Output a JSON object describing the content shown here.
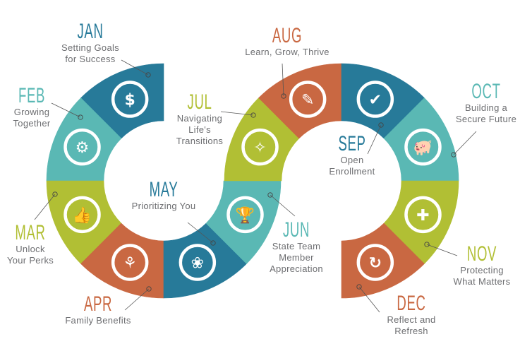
{
  "colors": {
    "blue": "#277a99",
    "teal": "#5ab8b4",
    "olive": "#b1bf34",
    "orange": "#c96842",
    "text": "#6d6e71"
  },
  "months": [
    {
      "month": "JAN",
      "lines": [
        "Setting Goals",
        "for Success"
      ],
      "color": "#277a99",
      "icon": "dollar-icon",
      "glyph": "$"
    },
    {
      "month": "FEB",
      "lines": [
        "Growing",
        "Together"
      ],
      "color": "#5ab8b4",
      "icon": "gears-icon",
      "glyph": "⚙"
    },
    {
      "month": "MAR",
      "lines": [
        "Unlock",
        "Your Perks"
      ],
      "color": "#b1bf34",
      "icon": "thumbs-up-icon",
      "glyph": "👍"
    },
    {
      "month": "APR",
      "lines": [
        "Family Benefits"
      ],
      "color": "#c96842",
      "icon": "family-icon",
      "glyph": "⚘"
    },
    {
      "month": "MAY",
      "lines": [
        "Prioritizing You"
      ],
      "color": "#277a99",
      "icon": "lotus-icon",
      "glyph": "❀"
    },
    {
      "month": "JUN",
      "lines": [
        "State Team",
        "Member",
        "Appreciation"
      ],
      "color": "#5ab8b4",
      "icon": "trophy-icon",
      "glyph": "🏆"
    },
    {
      "month": "JUL",
      "lines": [
        "Navigating",
        "Life's",
        "Transitions"
      ],
      "color": "#b1bf34",
      "icon": "compass-icon",
      "glyph": "✧"
    },
    {
      "month": "AUG",
      "lines": [
        "Learn, Grow, Thrive"
      ],
      "color": "#c96842",
      "icon": "pencil-icon",
      "glyph": "✎"
    },
    {
      "month": "SEP",
      "lines": [
        "Open",
        "Enrollment"
      ],
      "color": "#277a99",
      "icon": "shield-check-icon",
      "glyph": "✔"
    },
    {
      "month": "OCT",
      "lines": [
        "Building a",
        "Secure Future"
      ],
      "color": "#5ab8b4",
      "icon": "piggy-bank-icon",
      "glyph": "🐖"
    },
    {
      "month": "NOV",
      "lines": [
        "Protecting",
        "What Matters"
      ],
      "color": "#b1bf34",
      "icon": "plus-icon",
      "glyph": "✚"
    },
    {
      "month": "DEC",
      "lines": [
        "Reflect and",
        "Refresh"
      ],
      "color": "#c96842",
      "icon": "refresh-icon",
      "glyph": "↻"
    }
  ]
}
